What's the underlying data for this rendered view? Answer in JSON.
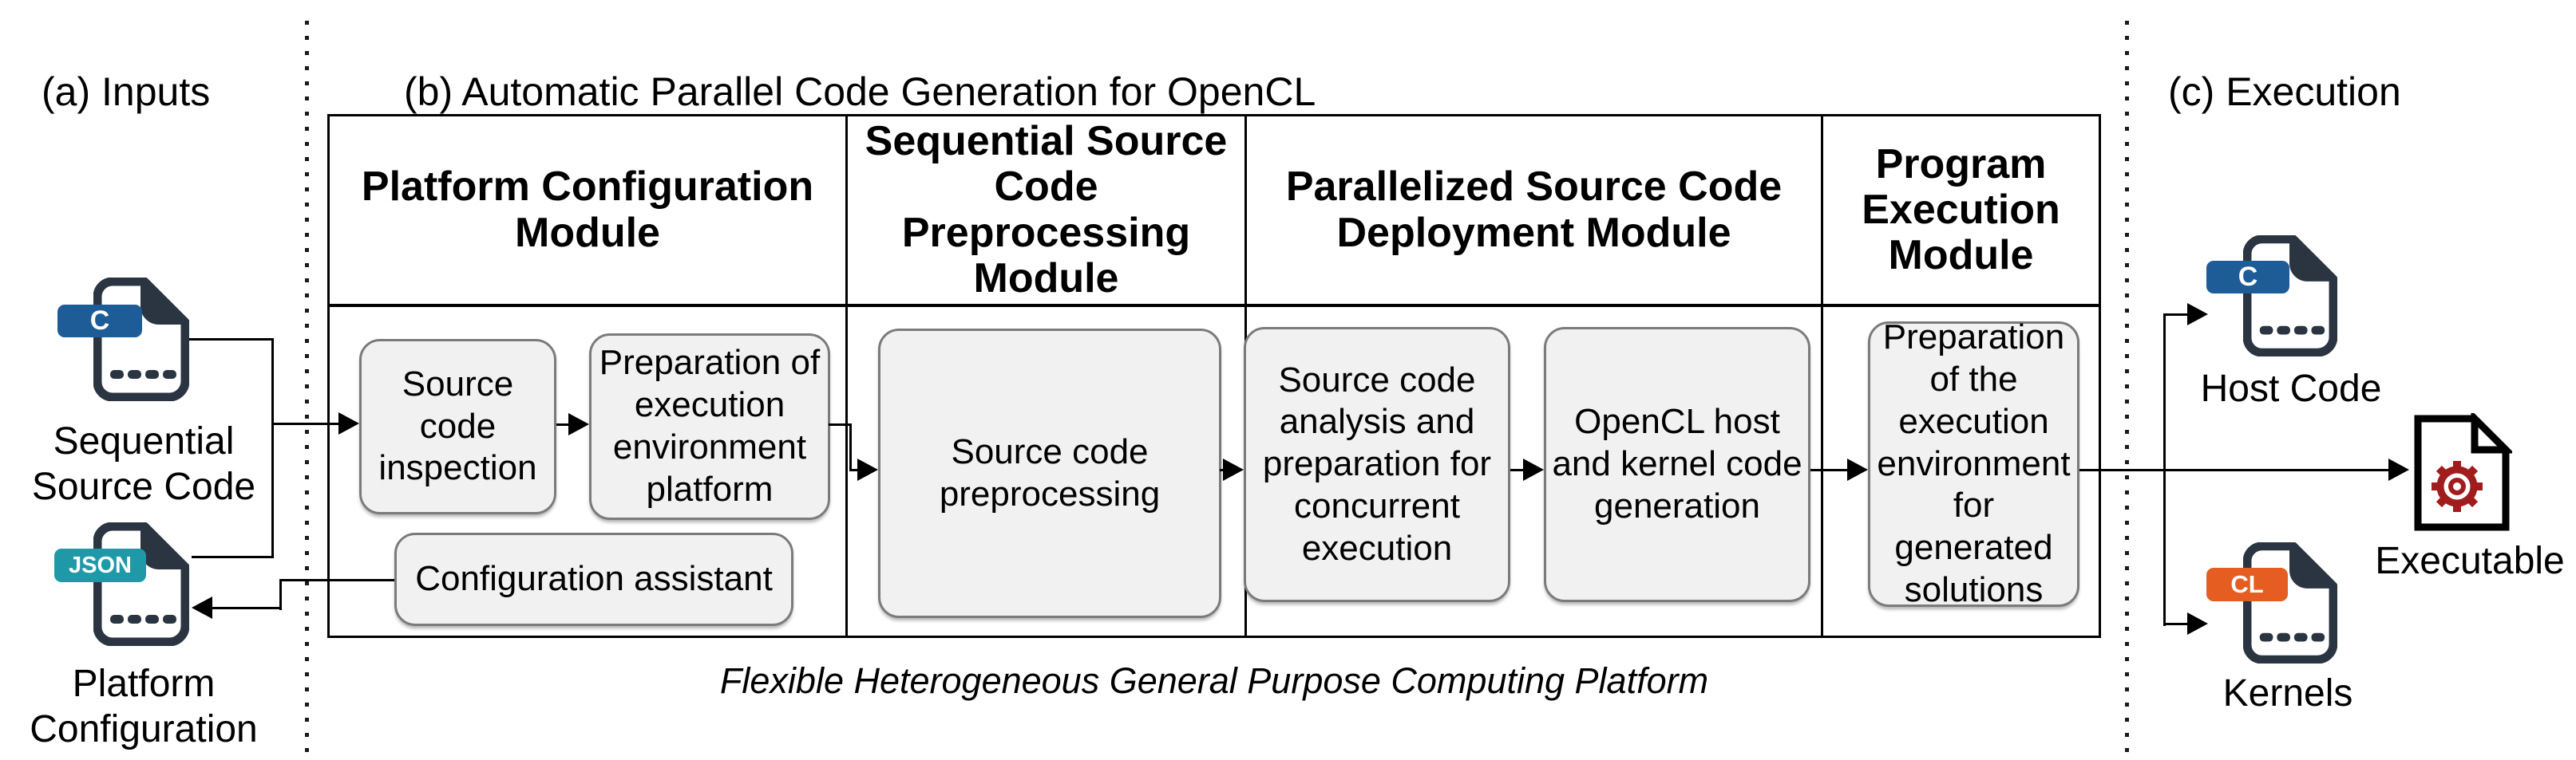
{
  "figure": {
    "section_a_label": "(a) Inputs",
    "section_b_label": "(b) Automatic Parallel Code Generation for OpenCL",
    "section_c_label": "(c) Execution",
    "caption": "Flexible Heterogeneous General Purpose Computing Platform"
  },
  "table": {
    "columns": [
      {
        "header": "Platform Configuration\nModule",
        "boxes": [
          "Source\ncode\ninspection",
          "Preparation of\nexecution\nenvironment\nplatform",
          "Configuration assistant"
        ]
      },
      {
        "header": "Sequential Source\nCode\nPreprocessing\nModule",
        "boxes": [
          "Source code\npreprocessing"
        ]
      },
      {
        "header": "Parallelized Source Code\nDeployment Module",
        "boxes": [
          "Source code\nanalysis and\npreparation for\nconcurrent\nexecution",
          "OpenCL host\nand kernel code\ngeneration"
        ]
      },
      {
        "header": "Program\nExecution\nModule",
        "boxes": [
          "Preparation\nof the\nexecution\nenvironment\nfor generated\nsolutions"
        ]
      }
    ]
  },
  "files": {
    "sequential_source": {
      "badge": "C",
      "label": "Sequential\nSource Code"
    },
    "platform_configuration": {
      "badge": "JSON",
      "label": "Platform\nConfiguration"
    },
    "host_code": {
      "badge": "C",
      "label": "Host Code"
    },
    "kernels": {
      "badge": "CL",
      "label": "Kernels"
    },
    "executable": {
      "label": "Executable"
    }
  },
  "colors": {
    "c_badge_blue": "#1d5c97",
    "json_badge_teal": "#1f99a7",
    "cl_badge_orange": "#e55d20",
    "file_icon_dark": "#2b3542",
    "gear_red": "#a11c1c",
    "box_fill": "#f1f1f2",
    "box_border": "#7b7b7b",
    "line_black": "#000000"
  }
}
